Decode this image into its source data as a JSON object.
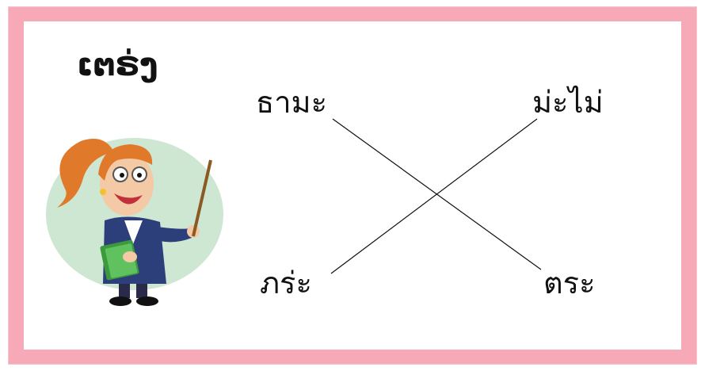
{
  "title": "ເຕຣ່ງ",
  "words": {
    "top_left": "ธามะ",
    "top_right": "ม่ะไม่",
    "bottom_left": "ภร่ะ",
    "bottom_right": "ตระ"
  },
  "connections": [
    [
      "top_left",
      "bottom_right"
    ],
    [
      "top_right",
      "bottom_left"
    ]
  ],
  "colors": {
    "frame": "#f7a9b8",
    "background": "#ffffff",
    "text": "#111111",
    "line": "#111111"
  },
  "icons": [
    "teacher-with-pointer-illustration"
  ]
}
